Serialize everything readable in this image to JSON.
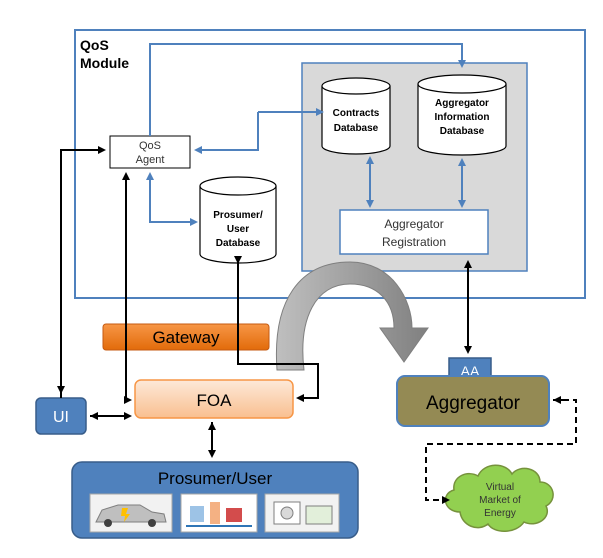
{
  "qos_module": {
    "title_line1": "QoS",
    "title_line2": "Module"
  },
  "qos_agent": {
    "line1": "QoS",
    "line2": "Agent"
  },
  "contracts_db": {
    "line1": "Contracts",
    "line2": "Database"
  },
  "aggregator_info_db": {
    "line1": "Aggregator",
    "line2": "Information",
    "line3": "Database"
  },
  "prosumer_db": {
    "line1": "Prosumer/",
    "line2": "User",
    "line3": "Database"
  },
  "aggregator_registration": {
    "line1": "Aggregator",
    "line2": "Registration"
  },
  "gateway": {
    "label": "Gateway"
  },
  "foa": {
    "label": "FOA"
  },
  "ui": {
    "label": "UI"
  },
  "aa": {
    "label": "AA"
  },
  "aggregator": {
    "label": "Aggregator"
  },
  "prosumer_user": {
    "label": "Prosumer/User"
  },
  "virtual_market": {
    "line1": "Virtual",
    "line2": "Market of",
    "line3": "Energy"
  },
  "colors": {
    "blue_line": "#4f81bd",
    "gateway_orange": "#e26b0a",
    "foa_peach": "#fbd4b4",
    "ui_blue": "#4f81bd",
    "aggregator_olive": "#948a54",
    "prosumer_blue": "#4f81bd",
    "cloud_green": "#92d050",
    "gray_panel": "#d9d9d9"
  }
}
